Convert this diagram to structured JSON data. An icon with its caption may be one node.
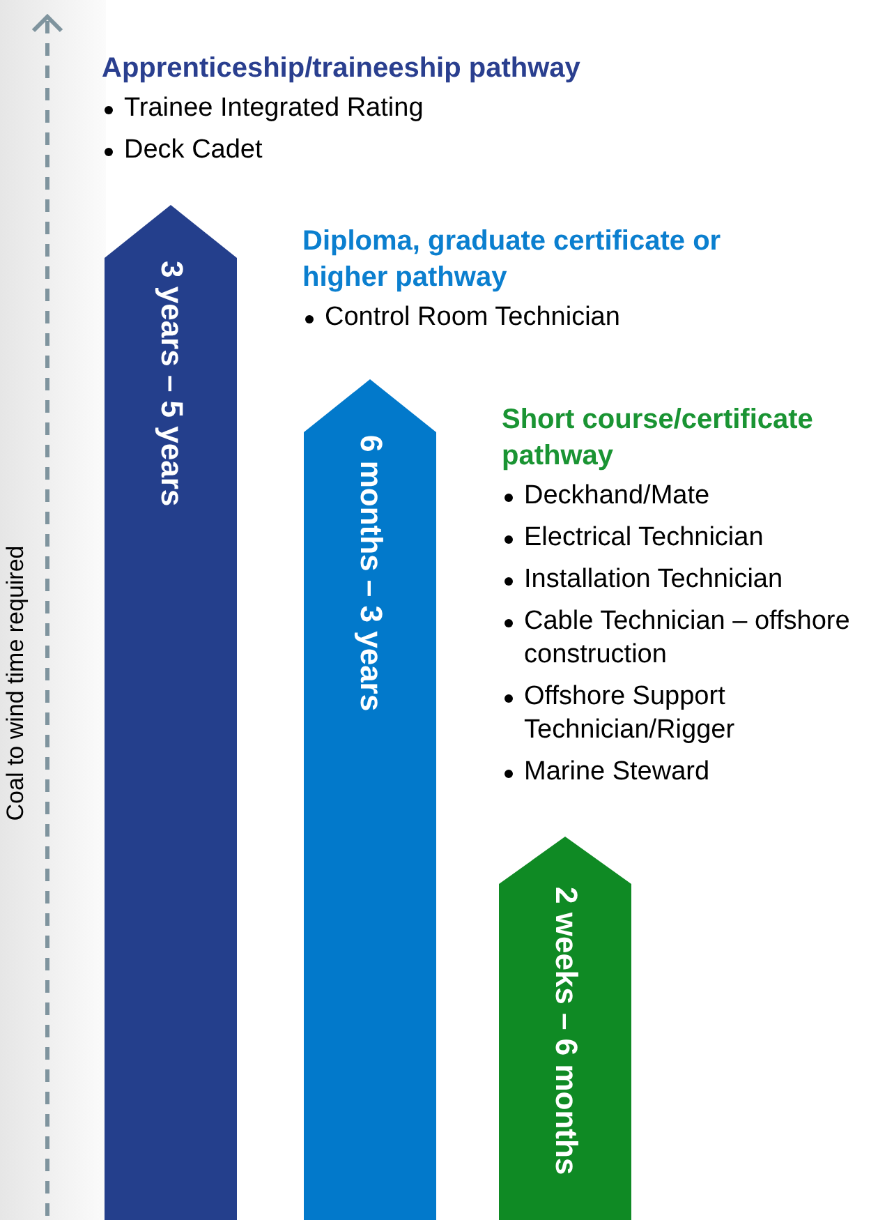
{
  "diagram": {
    "nodes": [
      {
        "text": [
          "3 years – 5 years"
        ],
        "beside": [
          "Apprenticeship/traineeship pathway",
          "Trainee Integrated Rating",
          "Deck Cadet"
        ]
      },
      {
        "text": [
          "6 months – 3 years"
        ],
        "beside": [
          "Diploma, graduate certificate or higher pathway",
          "Control Room Technician"
        ]
      },
      {
        "text": [
          "2 weeks – 6 months"
        ],
        "beside": [
          "Short course/certificate pathway",
          "Deckhand/Mate",
          "Electrical Technician",
          "Installation Technician",
          "Cable Technician – offshore construction",
          "Offshore Support Technician/Rigger",
          "Marine Steward"
        ]
      }
    ],
    "edges": [],
    "labels": [
      "Coal to wind time required"
    ]
  }
}
